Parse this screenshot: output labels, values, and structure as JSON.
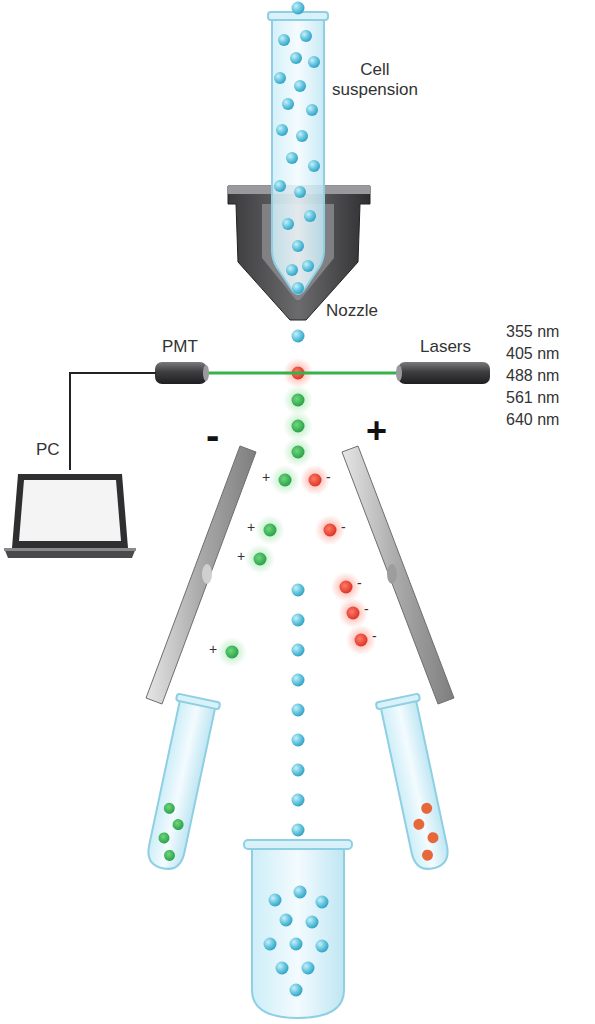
{
  "diagram": {
    "labels": [
      "Cell suspension",
      "Nozzle",
      "PMT",
      "Lasers",
      "355 nm",
      "405 nm",
      "488 nm",
      "561 nm",
      "640 nm",
      "PC",
      "-",
      "+",
      "+",
      "-",
      "+",
      "-",
      "+",
      "-",
      "-",
      "-",
      "+"
    ]
  }
}
